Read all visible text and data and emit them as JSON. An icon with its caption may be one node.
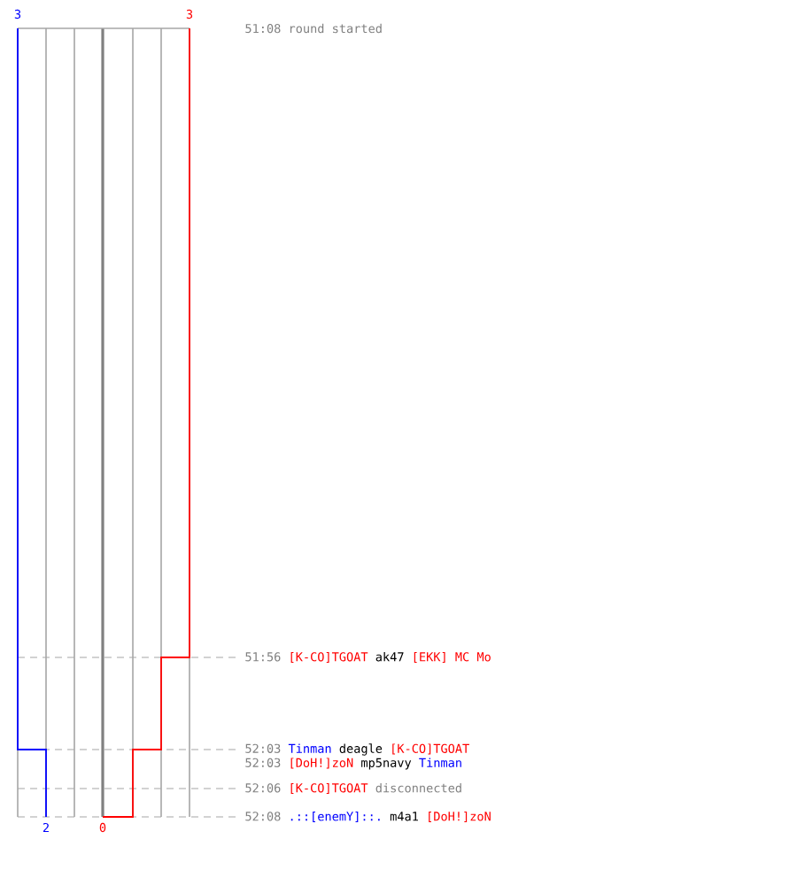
{
  "diagram": {
    "nodes": [
      {
        "text": [
          "51:08",
          "round started"
        ]
      },
      {
        "text": [
          "51:56",
          "[K-CO]TGOAT",
          "ak47",
          "[EKK] MC Mo"
        ]
      },
      {
        "text": [
          "52:03",
          "Tinman",
          "deagle",
          "[K-CO]TGOAT"
        ]
      },
      {
        "text": [
          "52:03",
          "[DoH!]zoN",
          "mp5navy",
          "Tinman"
        ]
      },
      {
        "text": [
          "52:06",
          "[K-CO]TGOAT",
          "disconnected"
        ]
      },
      {
        "text": [
          "52:08",
          ".::[enemY]::.",
          "m4a1",
          "[DoH!]zoN"
        ]
      }
    ],
    "labels": [
      "3",
      "3",
      "2",
      "0"
    ]
  }
}
